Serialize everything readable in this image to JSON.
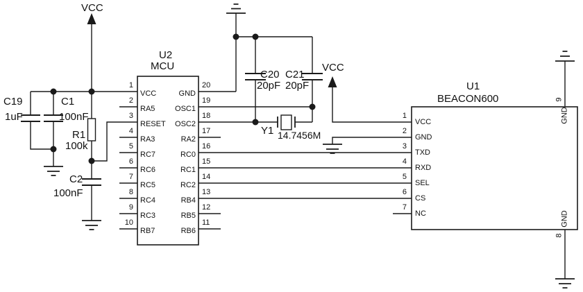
{
  "schematic": {
    "power": {
      "vcc_left_label": "VCC",
      "vcc_right_label": "VCC"
    },
    "u2": {
      "ref": "U2",
      "name": "MCU",
      "left_pins": [
        {
          "num": "1",
          "label": "VCC"
        },
        {
          "num": "2",
          "label": "RA5"
        },
        {
          "num": "3",
          "label": "RESET"
        },
        {
          "num": "4",
          "label": "RA3"
        },
        {
          "num": "5",
          "label": "RC7"
        },
        {
          "num": "6",
          "label": "RC6"
        },
        {
          "num": "7",
          "label": "RC5"
        },
        {
          "num": "8",
          "label": "RC4"
        },
        {
          "num": "9",
          "label": "RC3"
        },
        {
          "num": "10",
          "label": "RB7"
        }
      ],
      "right_pins": [
        {
          "num": "20",
          "label": "GND"
        },
        {
          "num": "19",
          "label": "OSC1"
        },
        {
          "num": "18",
          "label": "OSC2"
        },
        {
          "num": "17",
          "label": "RA2"
        },
        {
          "num": "16",
          "label": "RC0"
        },
        {
          "num": "15",
          "label": "RC1"
        },
        {
          "num": "14",
          "label": "RC2"
        },
        {
          "num": "13",
          "label": "RB4"
        },
        {
          "num": "12",
          "label": "RB5"
        },
        {
          "num": "11",
          "label": "RB6"
        }
      ]
    },
    "u1": {
      "ref": "U1",
      "name": "BEACON600",
      "left_pins": [
        {
          "num": "1",
          "label": "VCC"
        },
        {
          "num": "2",
          "label": "GND"
        },
        {
          "num": "3",
          "label": "TXD"
        },
        {
          "num": "4",
          "label": "RXD"
        },
        {
          "num": "5",
          "label": "SEL"
        },
        {
          "num": "6",
          "label": "CS"
        },
        {
          "num": "7",
          "label": "NC"
        }
      ],
      "top_pin": {
        "num": "9",
        "label": "GND"
      },
      "bottom_pin": {
        "num": "8",
        "label": "GND"
      }
    },
    "components": {
      "c19": {
        "ref": "C19",
        "value": "1uF"
      },
      "c1": {
        "ref": "C1",
        "value": "100nF"
      },
      "r1": {
        "ref": "R1",
        "value": "100k"
      },
      "c2": {
        "ref": "C2",
        "value": "100nF"
      },
      "c20": {
        "ref": "C20",
        "value": "20pF"
      },
      "c21": {
        "ref": "C21",
        "value": "20pF"
      },
      "y1": {
        "ref": "Y1",
        "value": "14.7456M"
      }
    },
    "colors": {
      "wire": "#1a1a1a",
      "text": "#111111",
      "background": "#ffffff"
    }
  }
}
